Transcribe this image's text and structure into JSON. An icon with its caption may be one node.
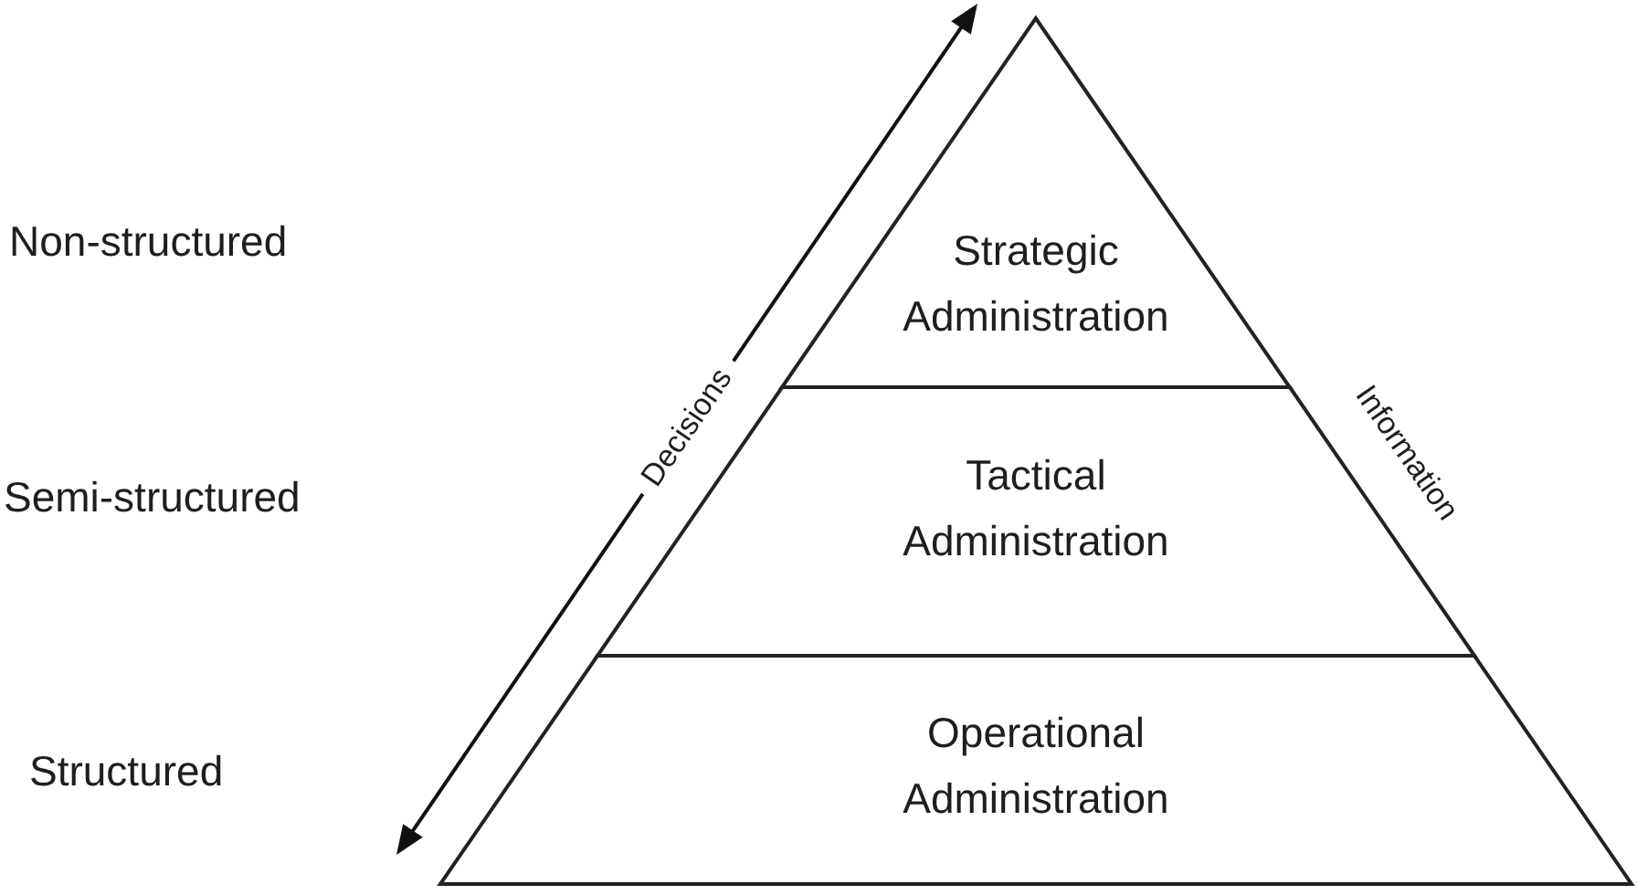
{
  "diagram": {
    "nodes": [
      {
        "text": [
          "Strategic Administration"
        ]
      },
      {
        "text": [
          "Tactical Administration"
        ]
      },
      {
        "text": [
          "Operational Administration"
        ]
      }
    ],
    "labels": [
      "Non-structured",
      "Decisions",
      "Information",
      "Semi-structured",
      "Structured"
    ]
  }
}
